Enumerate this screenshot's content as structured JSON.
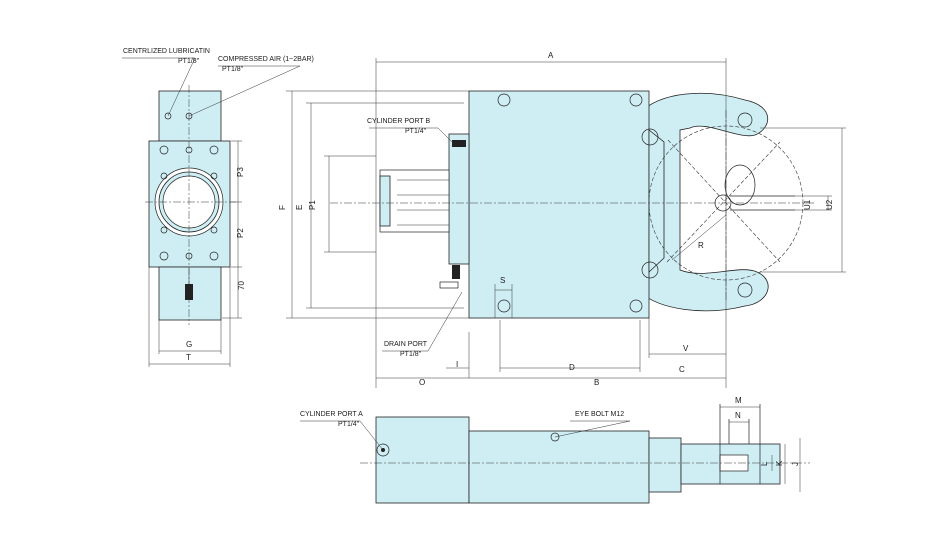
{
  "callouts": {
    "lubrication": "CENTRLIZED LUBRICATIN",
    "lubrication_size": "PT1/8\"",
    "air": "COMPRESSED AIR (1~2BAR)",
    "air_size": "PT1/8\"",
    "port_b": "CYLINDER PORT B",
    "port_b_size": "PT1/4\"",
    "drain": "DRAIN PORT",
    "drain_size": "PT1/8\"",
    "port_a": "CYLINDER PORT A",
    "port_a_size": "PT1/4\"",
    "eye_bolt": "EYE BOLT M12"
  },
  "dims": {
    "A": "A",
    "B": "B",
    "C": "C",
    "D": "D",
    "E": "E",
    "F": "F",
    "G": "G",
    "I": "I",
    "J": "J",
    "K": "K",
    "L": "L",
    "M": "M",
    "N": "N",
    "O": "O",
    "P1": "P1",
    "P2": "P2",
    "P3": "P3",
    "R": "R",
    "S": "S",
    "T": "T",
    "U1": "U1",
    "U2": "U2",
    "V": "V",
    "d70": "70"
  },
  "colors": {
    "body_fill": "#cfeef4",
    "line": "#222222"
  }
}
